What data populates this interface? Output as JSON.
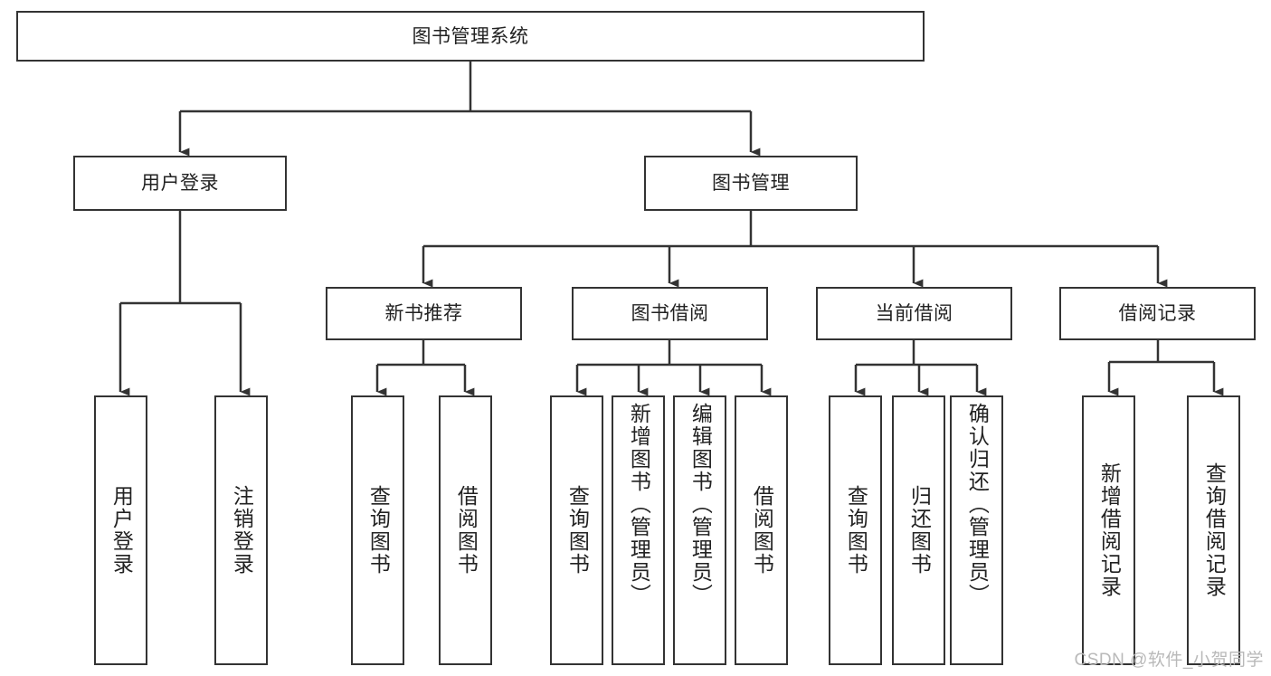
{
  "diagram": {
    "type": "tree-hierarchy",
    "title": "图书管理系统",
    "watermark": "CSDN @软件_小贺同学",
    "colors": {
      "stroke": "#333333",
      "fill": "#ffffff",
      "text": "#222222",
      "watermark": "#b9b9b9"
    },
    "levels": {
      "root": {
        "label": "图书管理系统"
      },
      "level2": [
        {
          "id": "user-login",
          "label": "用户登录"
        },
        {
          "id": "book-management",
          "label": "图书管理"
        }
      ],
      "level3": [
        {
          "id": "new-book-recommend",
          "label": "新书推荐"
        },
        {
          "id": "book-borrow",
          "label": "图书借阅"
        },
        {
          "id": "current-borrow",
          "label": "当前借阅"
        },
        {
          "id": "borrow-record",
          "label": "借阅记录"
        }
      ],
      "leaves": [
        {
          "id": "leaf-user-login",
          "label": "用户登录",
          "parent": "user-login"
        },
        {
          "id": "leaf-logout-login",
          "label": "注销登录",
          "parent": "user-login"
        },
        {
          "id": "leaf-query-book-1",
          "label": "查询图书",
          "parent": "new-book-recommend"
        },
        {
          "id": "leaf-borrow-book-1",
          "label": "借阅图书",
          "parent": "new-book-recommend"
        },
        {
          "id": "leaf-query-book-2",
          "label": "查询图书",
          "parent": "book-borrow"
        },
        {
          "id": "leaf-add-book",
          "label": "新增图书（管理员）",
          "parent": "book-borrow"
        },
        {
          "id": "leaf-edit-book",
          "label": "编辑图书（管理员）",
          "parent": "book-borrow"
        },
        {
          "id": "leaf-borrow-book-2",
          "label": "借阅图书",
          "parent": "book-borrow"
        },
        {
          "id": "leaf-query-book-3",
          "label": "查询图书",
          "parent": "current-borrow"
        },
        {
          "id": "leaf-return-book",
          "label": "归还图书",
          "parent": "current-borrow"
        },
        {
          "id": "leaf-confirm-return",
          "label": "确认归还（管理员）",
          "parent": "current-borrow"
        },
        {
          "id": "leaf-add-record",
          "label": "新增借阅记录",
          "parent": "borrow-record"
        },
        {
          "id": "leaf-query-record",
          "label": "查询借阅记录",
          "parent": "borrow-record"
        }
      ]
    }
  }
}
